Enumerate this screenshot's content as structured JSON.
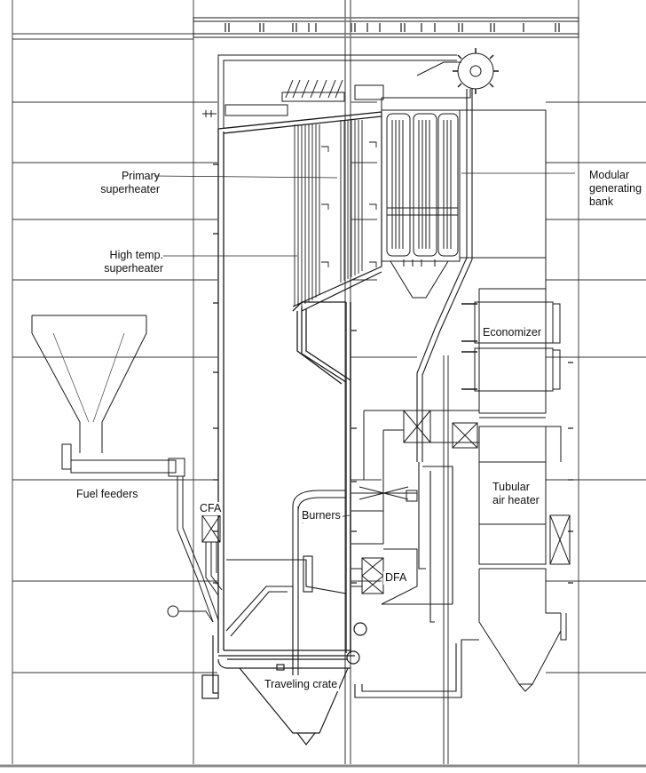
{
  "diagram": {
    "labels": {
      "primary_superheater": [
        "Primary",
        "superheater"
      ],
      "high_temp_superheater": [
        "High temp.",
        "superheater"
      ],
      "modular_generating_bank": [
        "Modular",
        "generating",
        "bank"
      ],
      "economizer": "Economizer",
      "fuel_feeders": "Fuel feeders",
      "cfa": "CFA",
      "burners": "Burners",
      "dfa": "DFA",
      "tubular_air_heater": [
        "Tubular",
        "air heater"
      ],
      "traveling_crate": "Traveling crate"
    },
    "colors": {
      "line": "#1a1a1a",
      "background": "#ffffff",
      "column": "#555555"
    }
  }
}
